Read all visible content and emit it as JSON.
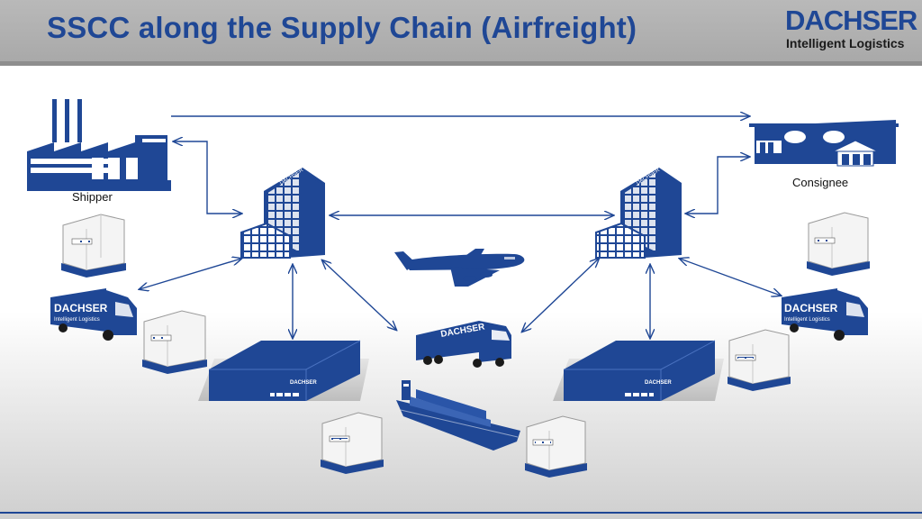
{
  "header": {
    "title": "SSCC along the Supply Chain (Airfreight)"
  },
  "logo": {
    "name": "DACHSER",
    "tagline": "Intelligent Logistics"
  },
  "nodes": {
    "shipper_label": "Shipper",
    "consignee_label": "Consignee"
  },
  "branding": {
    "truck_brand": "DACHSER",
    "truck_tagline": "Intelligent Logistics",
    "uld_brand": "DACHSER"
  },
  "colors": {
    "brand_blue": "#1f4795",
    "header_gray": "#b0b0b0"
  }
}
